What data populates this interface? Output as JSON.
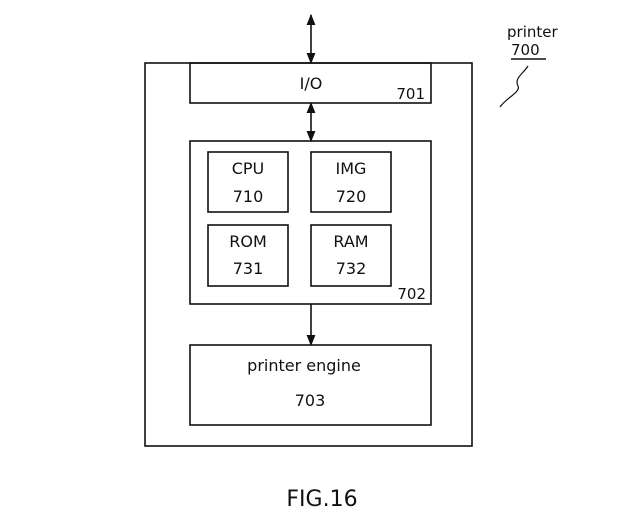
{
  "diagram": {
    "printer_label": "printer",
    "printer_ref": "700",
    "io": {
      "label": "I/O",
      "ref": "701"
    },
    "controller": {
      "ref": "702"
    },
    "modules": {
      "cpu": {
        "label": "CPU",
        "ref": "710"
      },
      "img": {
        "label": "IMG",
        "ref": "720"
      },
      "rom": {
        "label": "ROM",
        "ref": "731"
      },
      "ram": {
        "label": "RAM",
        "ref": "732"
      }
    },
    "engine": {
      "label": "printer engine",
      "ref": "703"
    },
    "figure_caption": "FIG.16"
  },
  "colors": {
    "stroke": "#111111",
    "background": "#ffffff"
  }
}
